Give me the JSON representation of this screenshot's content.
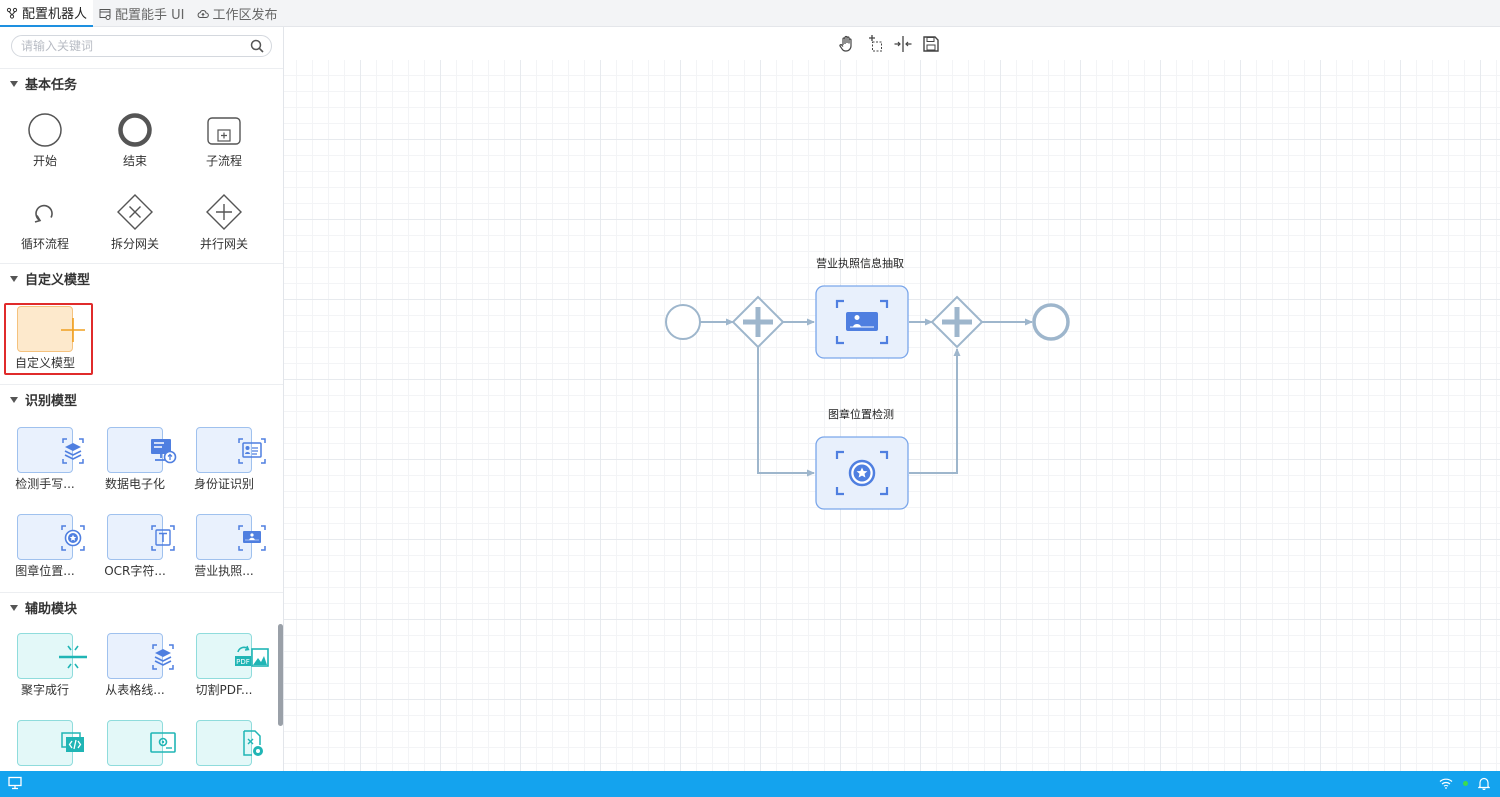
{
  "tabs": [
    {
      "label": "配置机器人",
      "icon": "flow-icon",
      "active": true
    },
    {
      "label": "配置能手 UI",
      "icon": "window-icon",
      "active": false
    },
    {
      "label": "工作区发布",
      "icon": "cloud-upload-icon",
      "active": false
    }
  ],
  "search": {
    "placeholder": "请输入关键词"
  },
  "sections": {
    "basic": {
      "title": "基本任务",
      "items": [
        {
          "label": "开始",
          "icon": "start-event-icon"
        },
        {
          "label": "结束",
          "icon": "end-event-icon"
        },
        {
          "label": "子流程",
          "icon": "subprocess-icon"
        },
        {
          "label": "循环流程",
          "icon": "loop-icon"
        },
        {
          "label": "拆分网关",
          "icon": "exclusive-gateway-icon"
        },
        {
          "label": "并行网关",
          "icon": "parallel-gateway-icon"
        }
      ]
    },
    "custom": {
      "title": "自定义模型",
      "items": [
        {
          "label": "自定义模型",
          "icon": "plus-icon"
        }
      ]
    },
    "recognition": {
      "title": "识别模型",
      "items": [
        {
          "label": "检测手写...",
          "icon": "layers-icon"
        },
        {
          "label": "数据电子化",
          "icon": "monitor-upload-icon"
        },
        {
          "label": "身份证识别",
          "icon": "id-card-icon"
        },
        {
          "label": "图章位置...",
          "icon": "stamp-icon"
        },
        {
          "label": "OCR字符...",
          "icon": "text-icon"
        },
        {
          "label": "营业执照...",
          "icon": "license-icon"
        }
      ]
    },
    "aux": {
      "title": "辅助模块",
      "items": [
        {
          "label": "聚字成行",
          "icon": "merge-lines-icon"
        },
        {
          "label": "从表格线...",
          "icon": "table-layers-icon"
        },
        {
          "label": "切割PDF...",
          "icon": "pdf-image-icon"
        },
        {
          "label": "",
          "icon": "code-window-icon"
        },
        {
          "label": "",
          "icon": "screen-eye-icon"
        },
        {
          "label": "",
          "icon": "file-eye-icon"
        }
      ]
    }
  },
  "toolbar": [
    "hand-icon",
    "lasso-select-icon",
    "space-tool-icon",
    "save-icon"
  ],
  "flow": {
    "task1_label": "营业执照信息抽取",
    "task2_label": "图章位置检测"
  },
  "colors": {
    "accent": "#14a3ee",
    "highlight": "#e02b2b",
    "flow_line": "#9eb6cc",
    "node_blue": "#4f7fe0"
  }
}
